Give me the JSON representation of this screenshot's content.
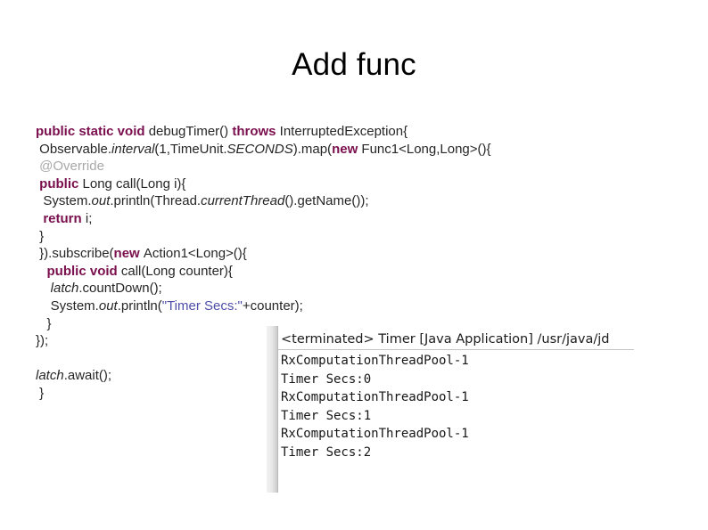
{
  "slide": {
    "title": "Add func",
    "background": "#ffffff"
  },
  "colors": {
    "keyword": "#7a0f4e",
    "annotation": "#a8a8a8",
    "string": "#4e4ea8",
    "plain": "#262626",
    "title": "#000000"
  },
  "code": {
    "language": "java",
    "lines": [
      [
        {
          "t": "public static void ",
          "c": "kw"
        },
        {
          "t": "debugTimer() ",
          "c": "plain"
        },
        {
          "t": "throws ",
          "c": "kw"
        },
        {
          "t": "InterruptedException{",
          "c": "plain"
        }
      ],
      [
        {
          "t": " Observable.",
          "c": "plain"
        },
        {
          "t": "interval",
          "c": "ital"
        },
        {
          "t": "(1,TimeUnit.",
          "c": "plain"
        },
        {
          "t": "SECONDS",
          "c": "ital"
        },
        {
          "t": ").map(",
          "c": "plain"
        },
        {
          "t": "new ",
          "c": "kw"
        },
        {
          "t": "Func1<Long,Long>(){",
          "c": "plain"
        }
      ],
      [
        {
          "t": " @Override",
          "c": "ann"
        }
      ],
      [
        {
          "t": " ",
          "c": "plain"
        },
        {
          "t": "public ",
          "c": "kw"
        },
        {
          "t": "Long call(Long i){",
          "c": "plain"
        }
      ],
      [
        {
          "t": "  System.",
          "c": "plain"
        },
        {
          "t": "out",
          "c": "ital"
        },
        {
          "t": ".println(Thread.",
          "c": "plain"
        },
        {
          "t": "currentThread",
          "c": "ital"
        },
        {
          "t": "().getName());",
          "c": "plain"
        }
      ],
      [
        {
          "t": "  ",
          "c": "plain"
        },
        {
          "t": "return ",
          "c": "kw"
        },
        {
          "t": "i;",
          "c": "plain"
        }
      ],
      [
        {
          "t": " }",
          "c": "plain"
        }
      ],
      [
        {
          "t": " }).subscribe(",
          "c": "plain"
        },
        {
          "t": "new ",
          "c": "kw"
        },
        {
          "t": "Action1<Long>(){",
          "c": "plain"
        }
      ],
      [
        {
          "t": "   ",
          "c": "plain"
        },
        {
          "t": "public void ",
          "c": "kw"
        },
        {
          "t": "call(Long counter){",
          "c": "plain"
        }
      ],
      [
        {
          "t": "    ",
          "c": "plain"
        },
        {
          "t": "latch",
          "c": "ital"
        },
        {
          "t": ".countDown();",
          "c": "plain"
        }
      ],
      [
        {
          "t": "    System.",
          "c": "plain"
        },
        {
          "t": "out",
          "c": "ital"
        },
        {
          "t": ".println(",
          "c": "plain"
        },
        {
          "t": "\"Timer Secs:\"",
          "c": "str"
        },
        {
          "t": "+counter);",
          "c": "plain"
        }
      ],
      [
        {
          "t": "   }",
          "c": "plain"
        }
      ],
      [
        {
          "t": "});",
          "c": "plain"
        }
      ],
      [
        {
          "t": "",
          "c": "plain"
        }
      ],
      [
        {
          "t": "",
          "c": "plain"
        },
        {
          "t": "latch",
          "c": "ital"
        },
        {
          "t": ".await();",
          "c": "plain"
        }
      ],
      [
        {
          "t": " }",
          "c": "plain"
        }
      ]
    ]
  },
  "console": {
    "header": "<terminated> Timer [Java Application] /usr/java/jd",
    "lines": [
      "RxComputationThreadPool-1",
      "Timer Secs:0",
      "RxComputationThreadPool-1",
      "Timer Secs:1",
      "RxComputationThreadPool-1",
      "Timer Secs:2"
    ]
  }
}
